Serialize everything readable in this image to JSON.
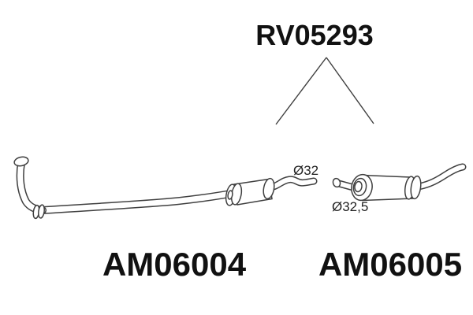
{
  "diagram": {
    "title": "RV05293",
    "parts": [
      {
        "id": "AM06004",
        "dimension": "Ø32"
      },
      {
        "id": "AM06005",
        "dimension": "Ø32,5"
      }
    ],
    "colors": {
      "background": "#ffffff",
      "line": "#3f3f3f",
      "text": "#111111"
    }
  }
}
